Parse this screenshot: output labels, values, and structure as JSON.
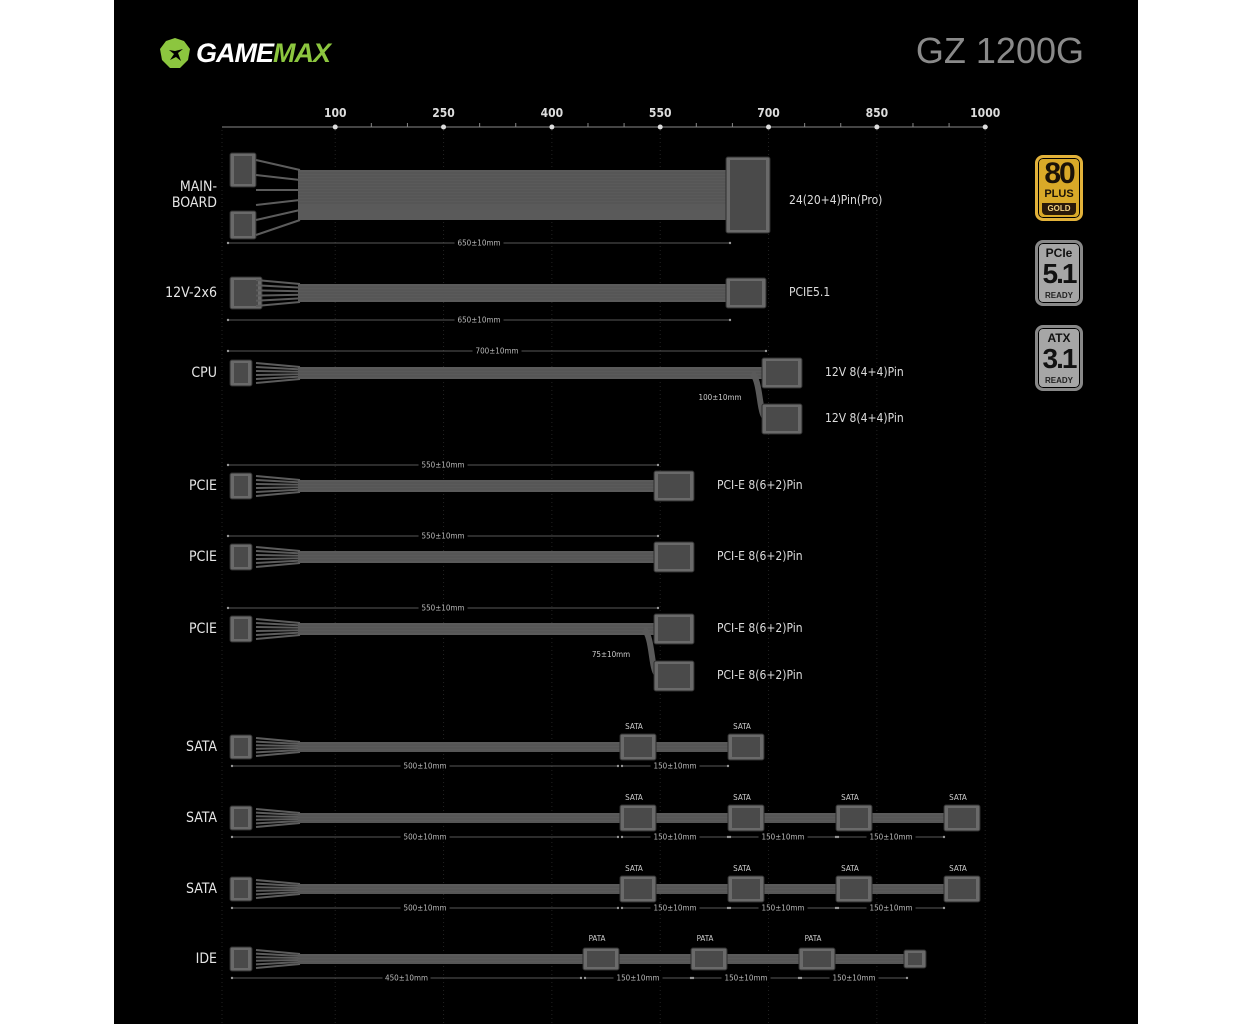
{
  "brand": {
    "logo_text_white": "GAME",
    "logo_text_green": "MAX",
    "model": "GZ 1200G"
  },
  "axis": {
    "ticks": [
      100,
      250,
      400,
      550,
      700,
      850,
      1000
    ]
  },
  "badges": [
    {
      "top": "80",
      "mid": "PLUS",
      "bottom": "GOLD"
    },
    {
      "top": "PCIe",
      "mid": "5.1",
      "bottom": "READY"
    },
    {
      "top": "ATX",
      "mid": "3.1",
      "bottom": "READY"
    }
  ],
  "cables": [
    {
      "label": "MAIN-\nBOARD",
      "dim": "650±10mm",
      "connectors": [
        "24(20+4)Pin(Pro)"
      ]
    },
    {
      "label": "12V-2x6",
      "dim": "650±10mm",
      "connectors": [
        "PCIE5.1"
      ]
    },
    {
      "label": "CPU",
      "dim": "700±10mm",
      "branch": "100±10mm",
      "connectors": [
        "12V 8(4+4)Pin",
        "12V 8(4+4)Pin"
      ]
    },
    {
      "label": "PCIE",
      "dim": "550±10mm",
      "connectors": [
        "PCI-E 8(6+2)Pin"
      ]
    },
    {
      "label": "PCIE",
      "dim": "550±10mm",
      "connectors": [
        "PCI-E 8(6+2)Pin"
      ]
    },
    {
      "label": "PCIE",
      "dim": "550±10mm",
      "branch": "75±10mm",
      "connectors": [
        "PCI-E 8(6+2)Pin",
        "PCI-E 8(6+2)Pin"
      ]
    },
    {
      "label": "SATA",
      "dim": "500±10mm",
      "segments": [
        "150±10mm"
      ],
      "connectors": [
        "SATA",
        "SATA"
      ]
    },
    {
      "label": "SATA",
      "dim": "500±10mm",
      "segments": [
        "150±10mm",
        "150±10mm",
        "150±10mm"
      ],
      "connectors": [
        "SATA",
        "SATA",
        "SATA",
        "SATA"
      ]
    },
    {
      "label": "SATA",
      "dim": "500±10mm",
      "segments": [
        "150±10mm",
        "150±10mm",
        "150±10mm"
      ],
      "connectors": [
        "SATA",
        "SATA",
        "SATA",
        "SATA"
      ]
    },
    {
      "label": "IDE",
      "dim": "450±10mm",
      "segments": [
        "150±10mm",
        "150±10mm",
        "150±10mm"
      ],
      "connectors": [
        "PATA",
        "PATA",
        "PATA"
      ]
    }
  ],
  "colors": {
    "accent": "#8cc63f",
    "gold": "#e2b23a",
    "cable": "#5c5c5c"
  }
}
